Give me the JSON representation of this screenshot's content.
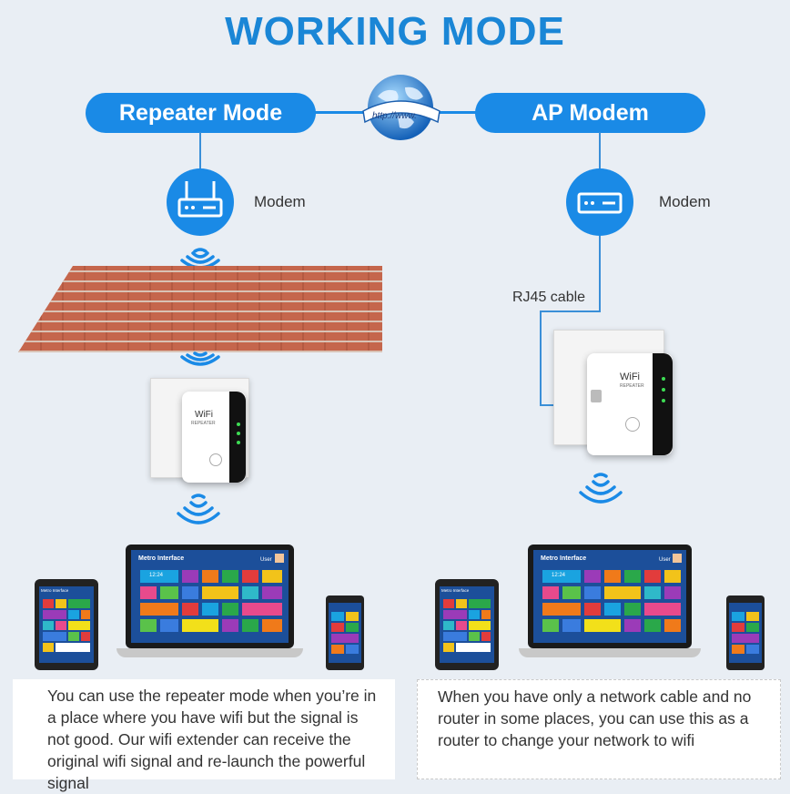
{
  "title": "WORKING MODE",
  "globe_text": "http://www.",
  "left": {
    "pill": "Repeater Mode",
    "modem_label": "Modem",
    "description": "You can use the repeater mode when you’re in a place where you have wifi but the signal is not good. Our wifi extender can receive the original wifi signal and re-launch the powerful signal"
  },
  "right": {
    "pill": "AP Modem",
    "modem_label": "Modem",
    "cable_label": "RJ45 cable",
    "description": "When you have only a network cable and no router in some places, you can use this as a router to change your network to wifi"
  },
  "device": {
    "brand": "WiFi",
    "sub": "REPEATER"
  },
  "screens": {
    "laptop_title": "Metro Interface",
    "user": "User",
    "time": "12:24",
    "tablet_title": "Metro Interface"
  },
  "colors": {
    "accent": "#1a8ae6",
    "title": "#1a86d6",
    "brick": "#c5664c"
  },
  "icons": [
    "globe-icon",
    "router-icon",
    "wifi-signal-icon",
    "wifi-repeater-device",
    "laptop-icon",
    "tablet-icon",
    "phone-icon"
  ]
}
